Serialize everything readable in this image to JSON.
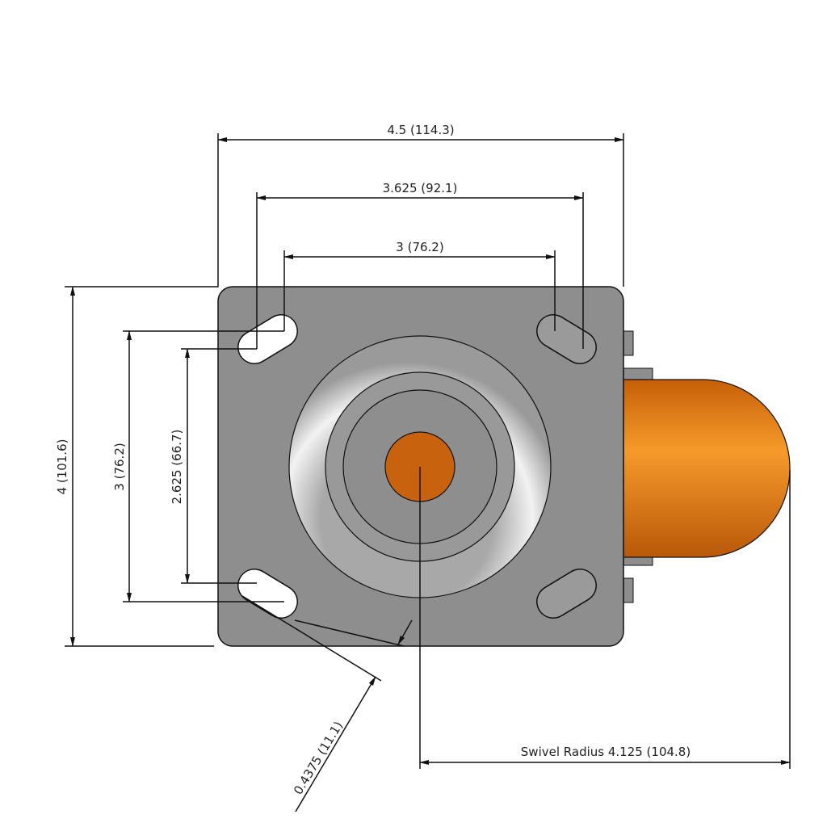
{
  "dimensions": {
    "overall_width": "4.5 (114.3)",
    "slot_outer_width": "3.625 (92.1)",
    "slot_inner_width": "3 (76.2)",
    "overall_length": "4 (101.6)",
    "slot_outer_length": "3 (76.2)",
    "slot_inner_length": "2.625 (66.7)",
    "slot_width": "0.4375 (11.1)",
    "swivel_radius": "Swivel Radius 4.125 (104.8)"
  },
  "colors": {
    "plate": "#8e8e8e",
    "wheel": "#e07a12",
    "kingpin": "#c8620f"
  }
}
